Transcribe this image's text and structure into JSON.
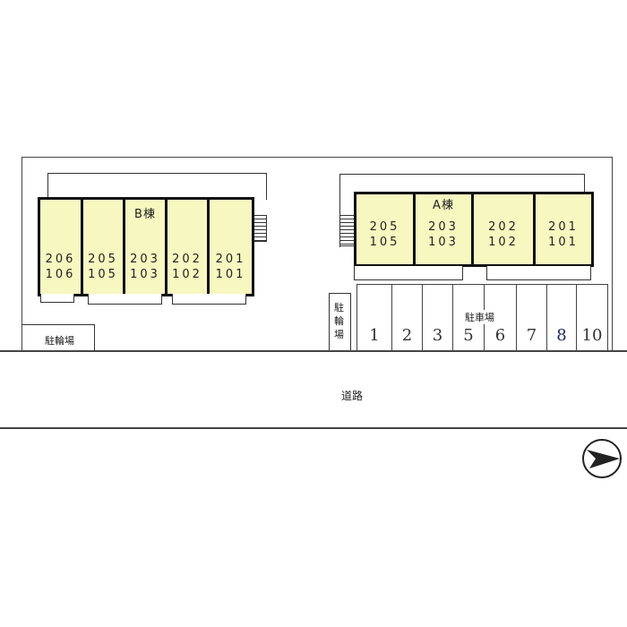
{
  "building_b": {
    "label": "B棟",
    "units": [
      {
        "upper": "206",
        "lower": "106"
      },
      {
        "upper": "205",
        "lower": "105"
      },
      {
        "upper": "203",
        "lower": "103"
      },
      {
        "upper": "202",
        "lower": "102"
      },
      {
        "upper": "201",
        "lower": "101"
      }
    ]
  },
  "building_a": {
    "label": "A棟",
    "units": [
      {
        "upper": "205",
        "lower": "105"
      },
      {
        "upper": "203",
        "lower": "103"
      },
      {
        "upper": "202",
        "lower": "102"
      },
      {
        "upper": "201",
        "lower": "101"
      }
    ]
  },
  "bicycle_parking_left": "駐輪場",
  "bicycle_parking_small": "駐輪場",
  "parking": {
    "label": "駐車場",
    "spaces": [
      "1",
      "2",
      "3",
      "5",
      "6",
      "7",
      "8",
      "10"
    ]
  },
  "road": "道路",
  "colors": {
    "unit_fill": "#f7f7c0"
  }
}
